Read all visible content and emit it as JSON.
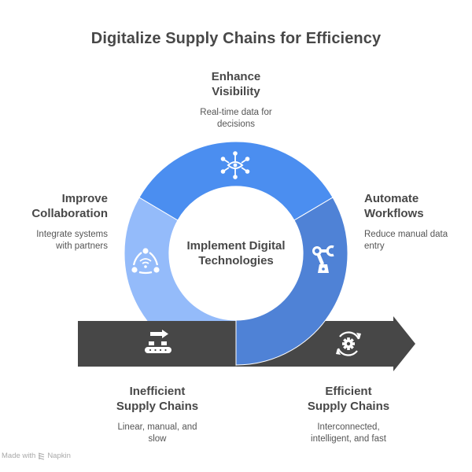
{
  "title": "Digitalize Supply Chains for Efficiency",
  "center": {
    "line1": "Implement Digital",
    "line2": "Technologies"
  },
  "segments": [
    {
      "id": "enhance-visibility",
      "title_line1": "Enhance",
      "title_line2": "Visibility",
      "description_line1": "Real-time data for",
      "description_line2": "decisions",
      "icon": "eye-network-icon",
      "color": "#4b8ef0"
    },
    {
      "id": "improve-collaboration",
      "title_line1": "Improve",
      "title_line2": "Collaboration",
      "description_line1": "Integrate systems",
      "description_line2": "with partners",
      "icon": "collaboration-network-icon",
      "color": "#94bbfa"
    },
    {
      "id": "automate-workflows",
      "title_line1": "Automate",
      "title_line2": "Workflows",
      "description_line1": "Reduce manual data",
      "description_line2": "entry",
      "icon": "robot-arm-icon",
      "color": "#4f82d6"
    }
  ],
  "flow": {
    "start": {
      "title_line1": "Inefficient",
      "title_line2": "Supply Chains",
      "description_line1": "Linear, manual, and",
      "description_line2": "slow",
      "icon": "conveyor-belt-icon"
    },
    "end": {
      "title_line1": "Efficient",
      "title_line2": "Supply Chains",
      "description_line1": "Interconnected,",
      "description_line2": "intelligent, and fast",
      "icon": "gear-cycle-icon"
    },
    "arrow_color": "#474747"
  },
  "footer": {
    "made_with": "Made with",
    "brand": "Napkin"
  }
}
